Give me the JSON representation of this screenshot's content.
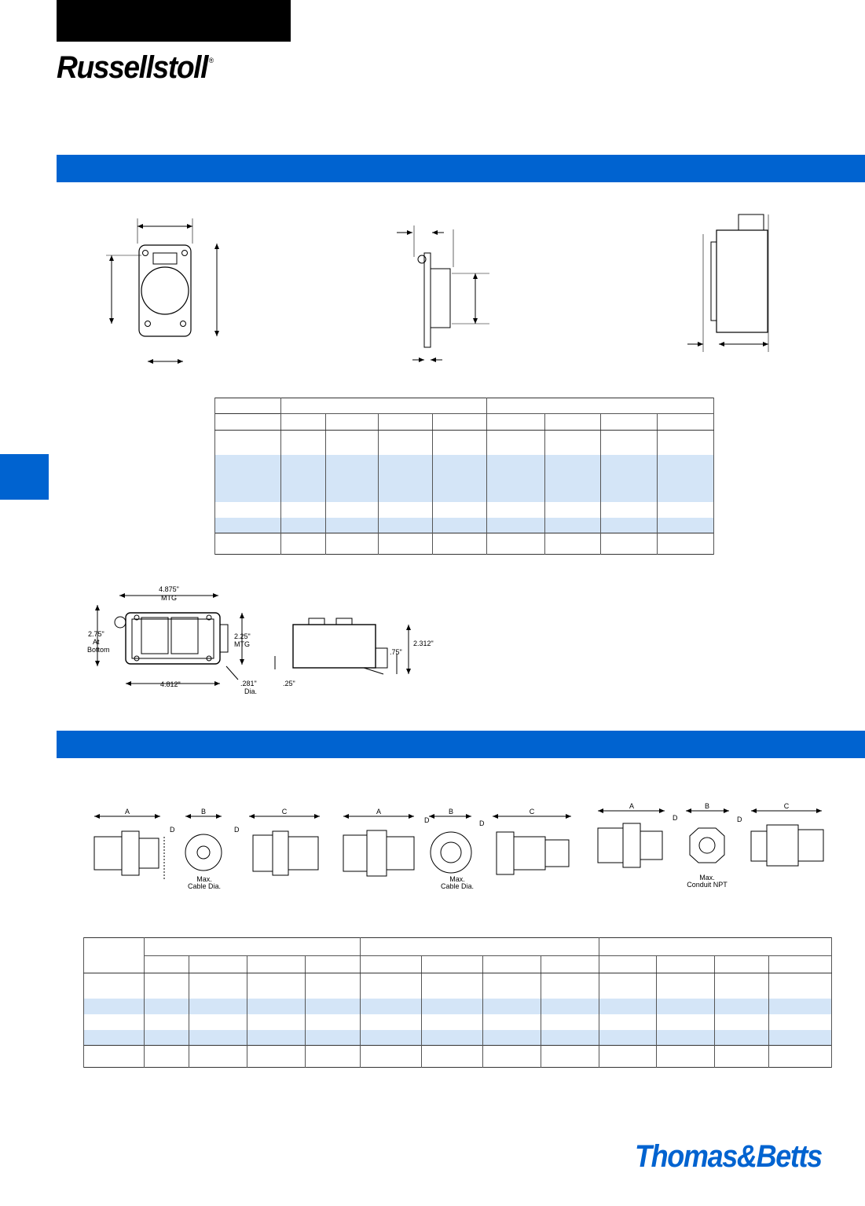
{
  "brand": {
    "name": "Russellstoll",
    "trademark": "®",
    "footer_brand": "Thomas&Betts"
  },
  "colors": {
    "accent_blue": "#0063d0",
    "row_shade": "#d4e5f7"
  },
  "drawing_1": {
    "width_label": "4.875\"",
    "width_sub": "MTG",
    "left_height": "2.75\"",
    "left_height_sub1": "At",
    "left_height_sub2": "Bottom",
    "right_height": "2.25\"",
    "right_height_sub": "MTG",
    "bottom_width": "4.812\"",
    "hole_dia": ".281\"",
    "hole_dia_sub": "Dia.",
    "side_height": "2.312\"",
    "side_mid": ".75\"",
    "side_base": ".25\""
  },
  "drawing_2": {
    "dim_a": "A",
    "dim_b": "B",
    "dim_c": "C",
    "dim_d": "D",
    "max_cable": "Max.",
    "cable_dia": "Cable Dia.",
    "max_conduit": "Max.",
    "conduit_npt": "Conduit NPT"
  }
}
